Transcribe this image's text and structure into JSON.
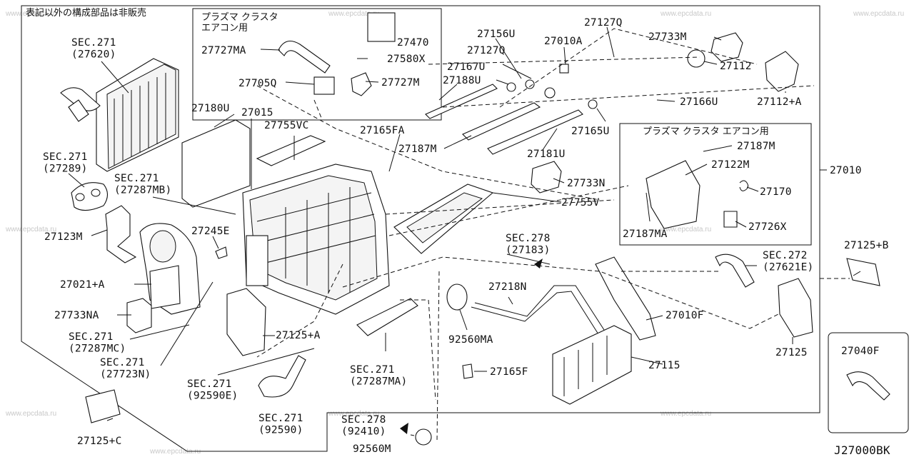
{
  "note_top_left": "表記以外の構成部品は非販売",
  "diagram_code": "J27000BK",
  "watermark": "www.epcdata.ru",
  "box_plasma_top": "プラズマ クラスタ\nエアコン用",
  "box_plasma_right": "プラズマ クラスタ エアコン用",
  "labels": {
    "sec271_27620": "SEC.271\n(27620)",
    "sec271_27289": "SEC.271\n(27289)",
    "sec271_27287mb": "SEC.271\n(27287MB)",
    "p27123m": "27123M",
    "p27021a": "27021+A",
    "p27733na": "27733NA",
    "sec271_27287mc": "SEC.271\n(27287MC)",
    "sec271_27723n": "SEC.271\n(27723N)",
    "p27125c": "27125+C",
    "p27470": "27470",
    "p27580x": "27580X",
    "p27727ma": "27727MA",
    "p27705q": "27705Q",
    "p27727m": "27727M",
    "p27180u": "27180U",
    "p27015": "27015",
    "p27755vc": "27755VC",
    "p27245e": "27245E",
    "p27125a": "27125+A",
    "sec271_92590e": "SEC.271\n(92590E)",
    "sec271_92590": "SEC.271\n(92590)",
    "sec278_92410": "SEC.278\n(92410)",
    "p92560m": "92560M",
    "sec271_27287ma": "SEC.271\n(27287MA)",
    "p27156u": "27156U",
    "p27127q_a": "27127Q",
    "p27127q_b": "27127Q",
    "p27010a": "27010A",
    "p27167u": "27167U",
    "p27188u": "27188U",
    "p27165fa": "27165FA",
    "p27187m_a": "27187M",
    "p27181u": "27181U",
    "p27165u": "27165U",
    "p27733m": "27733M",
    "p27112": "27112",
    "p27112a": "27112+A",
    "p27166u": "27166U",
    "p27187m_b": "27187M",
    "p27122m": "27122M",
    "p27187ma": "27187MA",
    "p27010": "27010",
    "p27733n": "27733N",
    "p27755v": "27755V",
    "p27170": "27170",
    "p27726x": "27726X",
    "sec272_27621e": "SEC.272\n(27621E)",
    "p27125b": "27125+B",
    "sec278_27183": "SEC.278\n(27183)",
    "p27218n": "27218N",
    "p92560ma": "92560MA",
    "p27165f": "27165F",
    "p27115": "27115",
    "p27010f": "27010F",
    "p27125": "27125",
    "p27040f": "27040F"
  }
}
